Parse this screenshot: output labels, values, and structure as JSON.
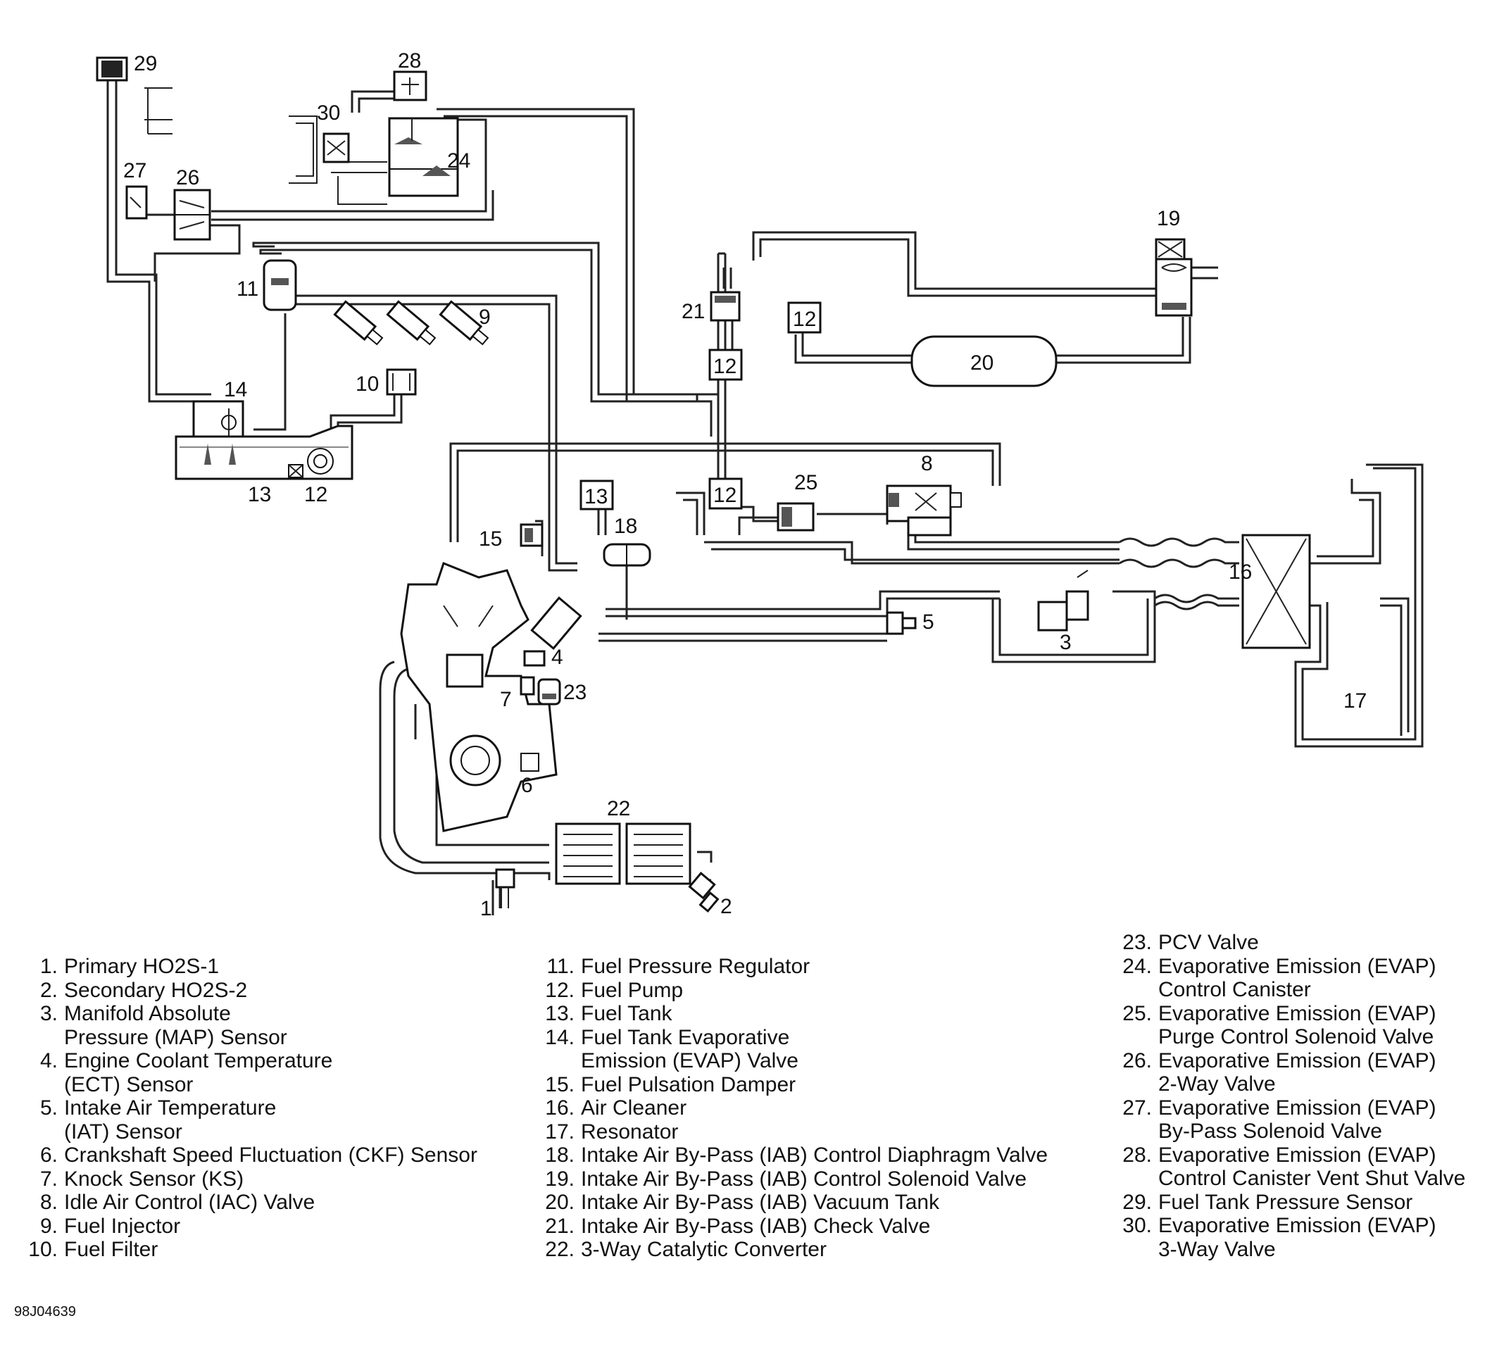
{
  "callouts": {
    "n1": "1",
    "n2": "2",
    "n3": "3",
    "n4": "4",
    "n5": "5",
    "n6": "6",
    "n7": "7",
    "n8": "8",
    "n9": "9",
    "n10": "10",
    "n11": "11",
    "n12a": "12",
    "n12b": "12",
    "n12c": "12",
    "n12d": "12",
    "n13a": "13",
    "n13b": "13",
    "n14": "14",
    "n15": "15",
    "n16": "16",
    "n17": "17",
    "n18": "18",
    "n19": "19",
    "n20": "20",
    "n21": "21",
    "n22": "22",
    "n23": "23",
    "n24": "24",
    "n25": "25",
    "n26": "26",
    "n27": "27",
    "n28": "28",
    "n29": "29",
    "n30": "30"
  },
  "legend": {
    "col1": [
      {
        "num": "1.",
        "text": "Primary HO2S-1"
      },
      {
        "num": "2.",
        "text": "Secondary HO2S-2"
      },
      {
        "num": "3.",
        "text": "Manifold Absolute\nPressure (MAP) Sensor"
      },
      {
        "num": "4.",
        "text": "Engine Coolant Temperature\n(ECT) Sensor"
      },
      {
        "num": "5.",
        "text": "Intake Air Temperature\n(IAT) Sensor"
      },
      {
        "num": "6.",
        "text": "Crankshaft Speed Fluctuation (CKF) Sensor"
      },
      {
        "num": "7.",
        "text": "Knock Sensor (KS)"
      },
      {
        "num": "8.",
        "text": "Idle Air Control (IAC) Valve"
      },
      {
        "num": "9.",
        "text": "Fuel Injector"
      },
      {
        "num": "10.",
        "text": "Fuel Filter"
      }
    ],
    "col2": [
      {
        "num": "11.",
        "text": "Fuel Pressure Regulator"
      },
      {
        "num": "12.",
        "text": "Fuel Pump"
      },
      {
        "num": "13.",
        "text": "Fuel Tank"
      },
      {
        "num": "14.",
        "text": "Fuel Tank Evaporative\nEmission (EVAP) Valve"
      },
      {
        "num": "15.",
        "text": "Fuel Pulsation Damper"
      },
      {
        "num": "16.",
        "text": "Air Cleaner"
      },
      {
        "num": "17.",
        "text": "Resonator"
      },
      {
        "num": "18.",
        "text": "Intake Air By-Pass (IAB) Control Diaphragm Valve"
      },
      {
        "num": "19.",
        "text": "Intake Air By-Pass (IAB) Control Solenoid Valve"
      },
      {
        "num": "20.",
        "text": "Intake Air By-Pass (IAB) Vacuum Tank"
      },
      {
        "num": "21.",
        "text": "Intake Air By-Pass (IAB) Check Valve"
      },
      {
        "num": "22.",
        "text": "3-Way Catalytic Converter"
      }
    ],
    "col3": [
      {
        "num": "23.",
        "text": "PCV Valve"
      },
      {
        "num": "24.",
        "text": "Evaporative Emission (EVAP)\nControl Canister"
      },
      {
        "num": "25.",
        "text": "Evaporative Emission (EVAP)\nPurge Control Solenoid Valve"
      },
      {
        "num": "26.",
        "text": "Evaporative Emission (EVAP)\n2-Way Valve"
      },
      {
        "num": "27.",
        "text": "Evaporative Emission (EVAP)\nBy-Pass Solenoid Valve"
      },
      {
        "num": "28.",
        "text": "Evaporative Emission (EVAP)\nControl Canister Vent Shut Valve"
      },
      {
        "num": "29.",
        "text": "Fuel Tank Pressure Sensor"
      },
      {
        "num": "30.",
        "text": "Evaporative Emission (EVAP)\n3-Way Valve"
      }
    ]
  },
  "figure_id": "98J04639"
}
